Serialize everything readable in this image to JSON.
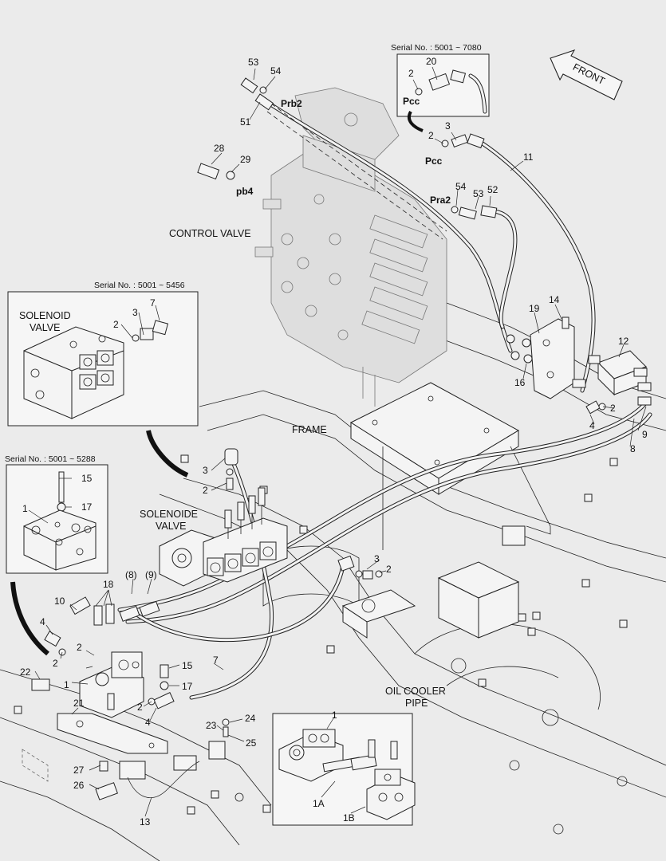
{
  "section_titles": {
    "control_valve": "CONTROL VALVE",
    "frame": "FRAME",
    "front": "FRONT",
    "solenoide_valve": "SOLENOIDE\nVALVE",
    "solenoid_valve_inset": "SOLENOID\nVALVE",
    "oil_cooler_pipe": "OIL COOLER\nPIPE"
  },
  "serial_notes": {
    "top_right": "Serial No. : 5001 ~ 7080",
    "mid_left": "Serial No. : 5001 ~ 5456",
    "lower_left": "Serial No. : 5001 ~ 5288"
  },
  "port_labels": {
    "prb2": "Prb2",
    "pcc_inset": "Pcc",
    "pcc": "Pcc",
    "pra2": "Pra2",
    "pb4": "pb4"
  },
  "callouts": {
    "c53a": "53",
    "c54a": "54",
    "c51": "51",
    "c28": "28",
    "c29": "29",
    "c20": "20",
    "c2a": "2",
    "c2b": "2",
    "c3a": "3",
    "c11": "11",
    "c54b": "54",
    "c53b": "53",
    "c52": "52",
    "c19": "19",
    "c14": "14",
    "c12": "12",
    "c16": "16",
    "c2c": "2",
    "c4a": "4",
    "c9a": "9",
    "c8a": "8",
    "c3b": "3",
    "c7a": "7",
    "c2d": "2",
    "c3c": "3",
    "c2e": "2",
    "c15a": "15",
    "c1a": "1",
    "c17a": "17",
    "c3d": "3",
    "c2f": "2",
    "c18": "18",
    "c8b": "(8)",
    "c9b": "(9)",
    "c10": "10",
    "c4b": "4",
    "c2g": "2",
    "c2h": "2",
    "c22": "22",
    "c1b": "1",
    "c15b": "15",
    "c17b": "17",
    "c7b": "7",
    "c2i": "2",
    "c4c": "4",
    "c21": "21",
    "c23": "23",
    "c24": "24",
    "c25": "25",
    "c27": "27",
    "c26": "26",
    "c13": "13",
    "c1c": "1",
    "c1a_": "1A",
    "c1b_": "1B"
  }
}
